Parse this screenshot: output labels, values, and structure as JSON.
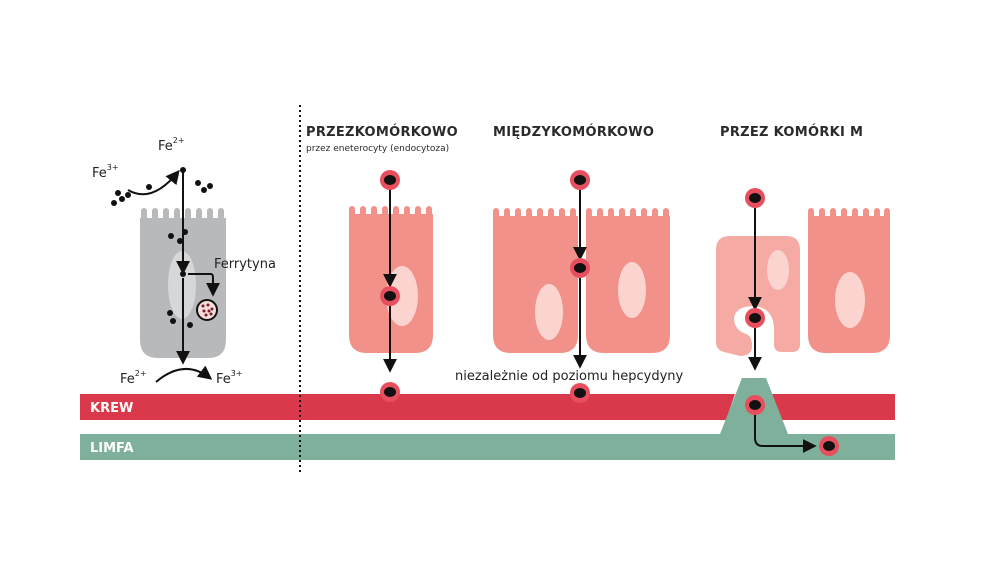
{
  "title": "Iron absorption pathways diagram",
  "colors": {
    "blood": "#d9394a",
    "lymph": "#7fb09c",
    "cell_pink": "#f19189",
    "cell_pink_light": "#f5aaa3",
    "cell_gray": "#b8b9bb",
    "nucleus": "#fbd4d0",
    "particle_ring": "#e84f5e",
    "particle_core": "#111111"
  },
  "left_panel": {
    "fe_top_left": "Fe",
    "fe_top_left_sup": "3+",
    "fe_top_right": "Fe",
    "fe_top_right_sup": "2+",
    "ferritin_label": "Ferrytyna",
    "fe_bottom_left": "Fe",
    "fe_bottom_left_sup": "2+",
    "fe_bottom_right": "Fe",
    "fe_bottom_right_sup": "3+"
  },
  "pathways": [
    {
      "title": "PRZEZKOMÓRKOWO",
      "subtitle": "przez eneterocyty (endocytoza)"
    },
    {
      "title": "MIĘDZYKOMÓRKOWO",
      "subtitle": ""
    },
    {
      "title": "PRZEZ KOMÓRKI M",
      "subtitle": ""
    }
  ],
  "note": "niezależnie od poziomu hepcydyny",
  "bands": {
    "blood_label": "KREW",
    "lymph_label": "LIMFA"
  }
}
